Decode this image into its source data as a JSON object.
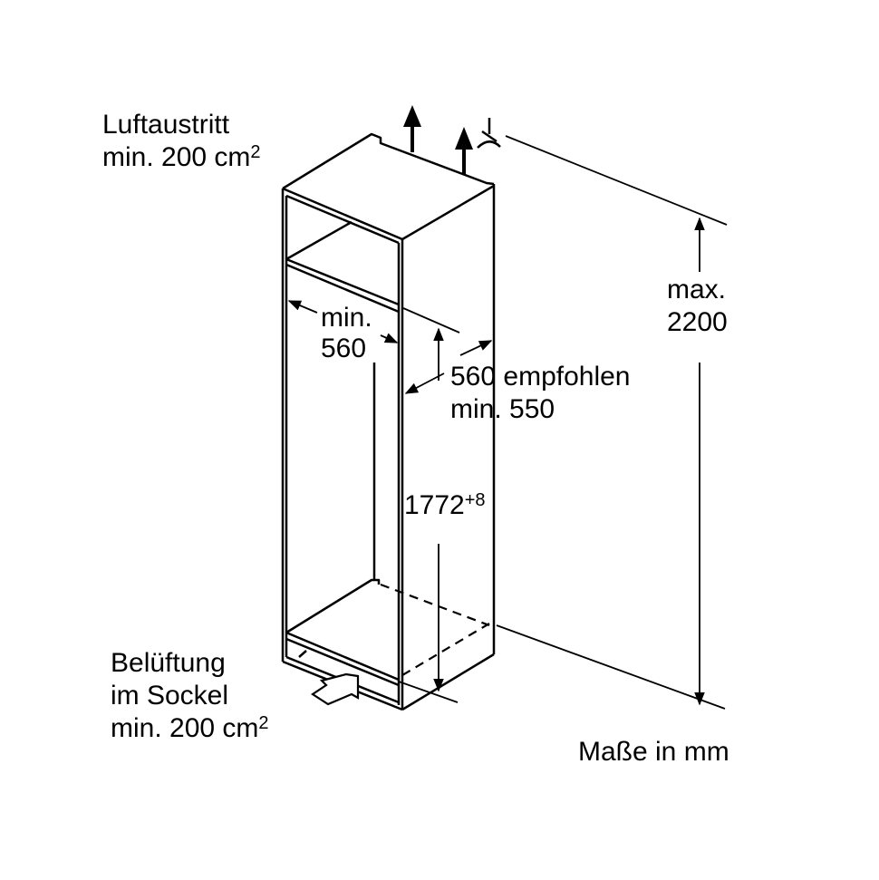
{
  "labels": {
    "air_outlet_line1": "Luftaustritt",
    "air_outlet_line2": "min. 200 cm",
    "air_outlet_sup": "2",
    "plinth_line1": "Belüftung",
    "plinth_line2": "im Sockel",
    "plinth_line3": "min. 200 cm",
    "plinth_sup": "2",
    "width_line1": "min.",
    "width_line2": "560",
    "depth_line1": "560 empfohlen",
    "depth_line2": "min. 550",
    "niche_height": "1772",
    "niche_height_tol": "+8",
    "max_height_line1": "max.",
    "max_height_line2": "2200",
    "units": "Maße in mm"
  }
}
